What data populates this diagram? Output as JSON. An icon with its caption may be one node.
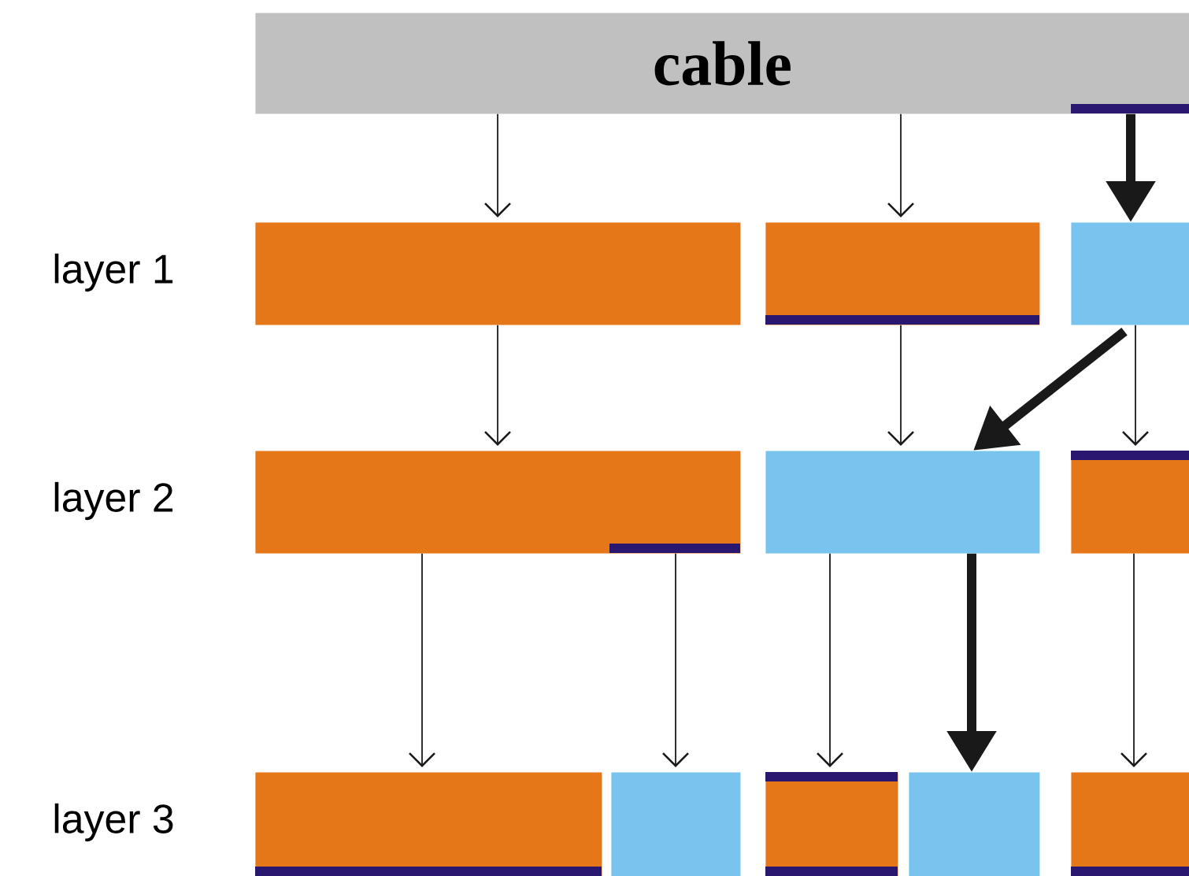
{
  "diagram": {
    "nodes": [
      {
        "text": [
          "cable"
        ]
      },
      {
        "text": [],
        "shape": "bar"
      },
      {
        "text": [],
        "shape": "bar"
      },
      {
        "text": [],
        "shape": "bar"
      },
      {
        "text": [],
        "shape": "bar"
      },
      {
        "text": [],
        "shape": "bar"
      },
      {
        "text": [],
        "shape": "bar"
      },
      {
        "text": [],
        "shape": "bar"
      },
      {
        "text": [],
        "shape": "bar"
      },
      {
        "text": [],
        "shape": "bar"
      },
      {
        "text": [],
        "shape": "bar"
      },
      {
        "text": [],
        "shape": "bar"
      }
    ],
    "edges": [
      {
        "from": 0,
        "to": 1,
        "arrow": "to"
      },
      {
        "from": 0,
        "to": 2,
        "arrow": "to"
      },
      {
        "from": 0,
        "to": 3,
        "arrow": "to",
        "style": "thick"
      },
      {
        "from": 1,
        "to": 4,
        "arrow": "to"
      },
      {
        "from": 2,
        "to": 5,
        "arrow": "to"
      },
      {
        "from": 3,
        "to": 5,
        "arrow": "to",
        "style": "thick"
      },
      {
        "from": 3,
        "to": 6,
        "arrow": "to"
      },
      {
        "from": 4,
        "to": 7,
        "arrow": "to"
      },
      {
        "from": 4,
        "to": 8,
        "arrow": "to"
      },
      {
        "from": 5,
        "to": 9,
        "arrow": "to"
      },
      {
        "from": 5,
        "to": 10,
        "arrow": "to",
        "style": "thick"
      },
      {
        "from": 6,
        "to": 11,
        "arrow": "to"
      }
    ],
    "labels": [
      "layer 1",
      "layer 2",
      "layer 3"
    ]
  }
}
